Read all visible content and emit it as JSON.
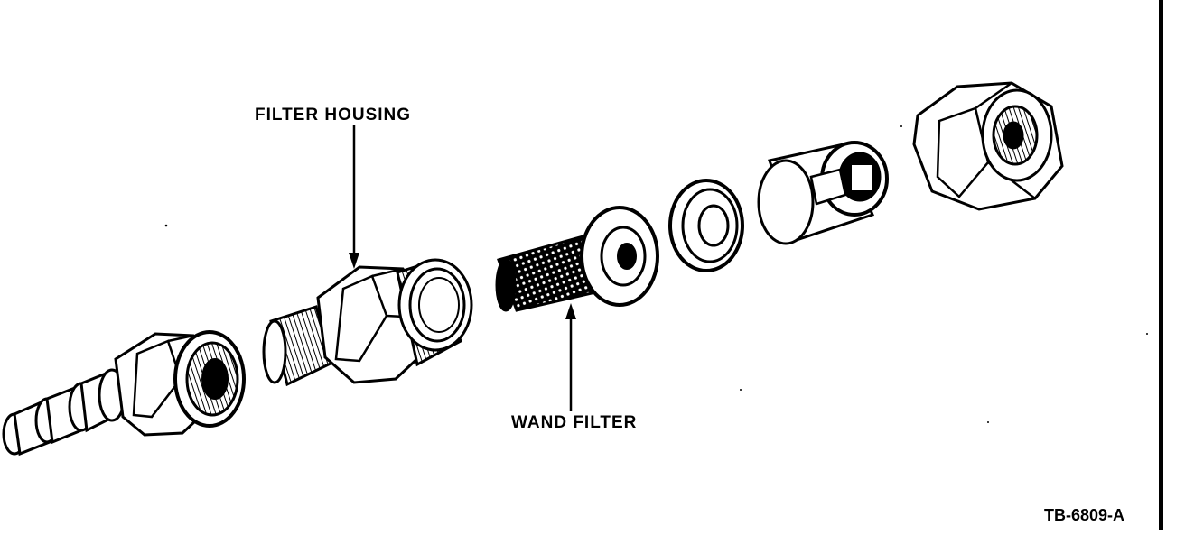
{
  "labels": {
    "filter_housing": "FILTER HOUSING",
    "wand_filter": "WAND FILTER",
    "figure_code": "TB-6809-A"
  },
  "colors": {
    "ink": "#000000",
    "paper": "#ffffff"
  }
}
